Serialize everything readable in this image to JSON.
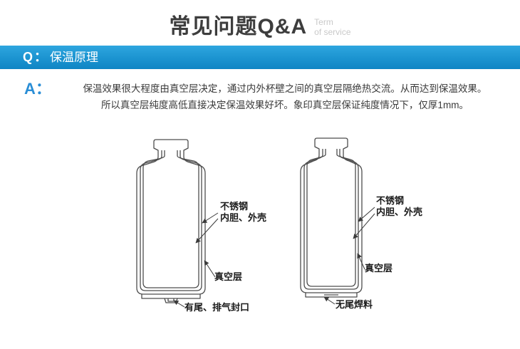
{
  "header": {
    "title": "常见问题Q&A",
    "subtitle": [
      "Term",
      "of service"
    ]
  },
  "qa": {
    "q_prefix": "Q：",
    "q_text": "保温原理",
    "a_prefix": "A：",
    "a_line1": "保温效果很大程度由真空层决定，通过内外杯壁之间的真空层隔绝热交流。从而达到保温效果。",
    "a_line2": "所以真空层纯度高低直接决定保温效果好坏。象印真空层保证纯度情况下，仅厚1mm。"
  },
  "diagram": {
    "left": {
      "wall_line1": "不锈钢",
      "wall_line2": "内胆、外壳",
      "vacuum": "真空层",
      "bottom": "有尾、排气封口"
    },
    "right": {
      "wall_line1": "不锈钢",
      "wall_line2": "内胆、外壳",
      "vacuum": "真空层",
      "bottom": "无尾焊料"
    }
  },
  "colors": {
    "bar_top": "#2ea6df",
    "bar_bottom": "#0f85c4",
    "accent": "#2a8ed6"
  }
}
